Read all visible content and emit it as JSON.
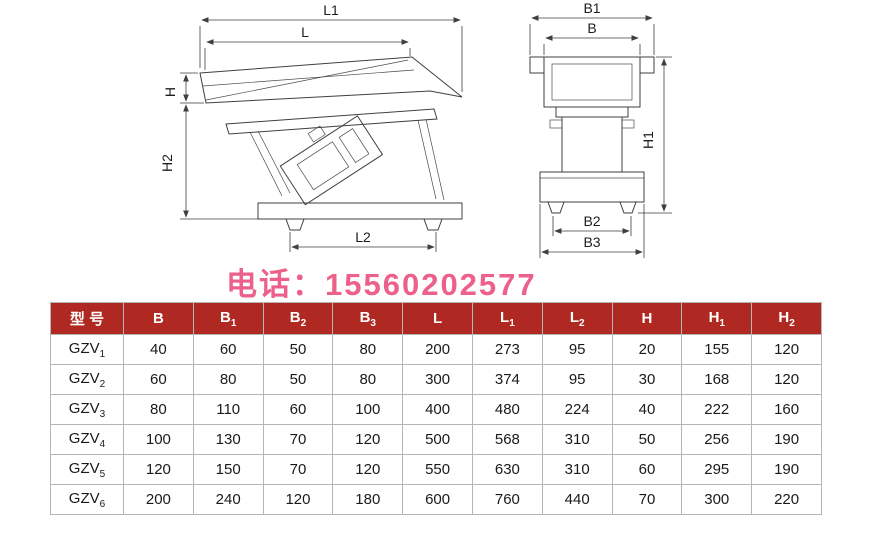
{
  "watermark": {
    "text": "电话：15560202577",
    "color": "#ea5380"
  },
  "drawing": {
    "side_view": {
      "labels": {
        "l1": "L1",
        "l": "L",
        "h": "H",
        "h2": "H2",
        "l2": "L2"
      }
    },
    "front_view": {
      "labels": {
        "b1": "B1",
        "b": "B",
        "h1": "H1",
        "b2": "B2",
        "b3": "B3"
      }
    }
  },
  "table": {
    "header_bg": "#b02822",
    "headers": [
      {
        "base": "型 号",
        "sub": ""
      },
      {
        "base": "B",
        "sub": ""
      },
      {
        "base": "B",
        "sub": "1"
      },
      {
        "base": "B",
        "sub": "2"
      },
      {
        "base": "B",
        "sub": "3"
      },
      {
        "base": "L",
        "sub": ""
      },
      {
        "base": "L",
        "sub": "1"
      },
      {
        "base": "L",
        "sub": "2"
      },
      {
        "base": "H",
        "sub": ""
      },
      {
        "base": "H",
        "sub": "1"
      },
      {
        "base": "H",
        "sub": "2"
      }
    ],
    "rows": [
      {
        "model": {
          "base": "GZV",
          "sub": "1"
        },
        "values": [
          "40",
          "60",
          "50",
          "80",
          "200",
          "273",
          "95",
          "20",
          "155",
          "120"
        ]
      },
      {
        "model": {
          "base": "GZV",
          "sub": "2"
        },
        "values": [
          "60",
          "80",
          "50",
          "80",
          "300",
          "374",
          "95",
          "30",
          "168",
          "120"
        ]
      },
      {
        "model": {
          "base": "GZV",
          "sub": "3"
        },
        "values": [
          "80",
          "110",
          "60",
          "100",
          "400",
          "480",
          "224",
          "40",
          "222",
          "160"
        ]
      },
      {
        "model": {
          "base": "GZV",
          "sub": "4"
        },
        "values": [
          "100",
          "130",
          "70",
          "120",
          "500",
          "568",
          "310",
          "50",
          "256",
          "190"
        ]
      },
      {
        "model": {
          "base": "GZV",
          "sub": "5"
        },
        "values": [
          "120",
          "150",
          "70",
          "120",
          "550",
          "630",
          "310",
          "60",
          "295",
          "190"
        ]
      },
      {
        "model": {
          "base": "GZV",
          "sub": "6"
        },
        "values": [
          "200",
          "240",
          "120",
          "180",
          "600",
          "760",
          "440",
          "70",
          "300",
          "220"
        ]
      }
    ]
  }
}
